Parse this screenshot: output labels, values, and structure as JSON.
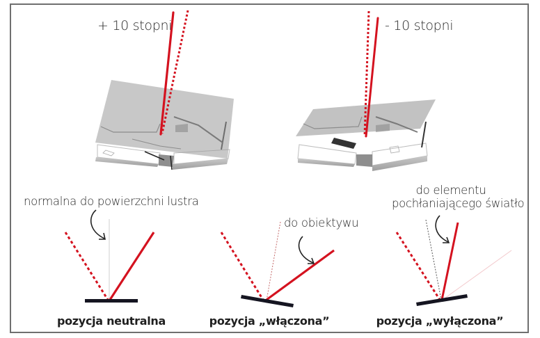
{
  "top_panels": [
    {
      "angle_label": "+ 10 stopni"
    },
    {
      "angle_label": "- 10 stopni"
    }
  ],
  "annotations": {
    "normal": "normalna do powierzchni lustra",
    "to_lens": "do obiektywu",
    "to_absorber_line1": "do elementu",
    "to_absorber_line2": "pochłaniającego światło"
  },
  "captions": [
    {
      "label": "pozycja neutralna"
    },
    {
      "label": "pozycja „włączona”"
    },
    {
      "label": "pozycja „wyłączona”"
    }
  ],
  "colors": {
    "beam_red": "#d4121f",
    "mirror_black": "#151521",
    "mirror_plate": "#9a9a9a",
    "frame_border": "#6f6f6f"
  }
}
